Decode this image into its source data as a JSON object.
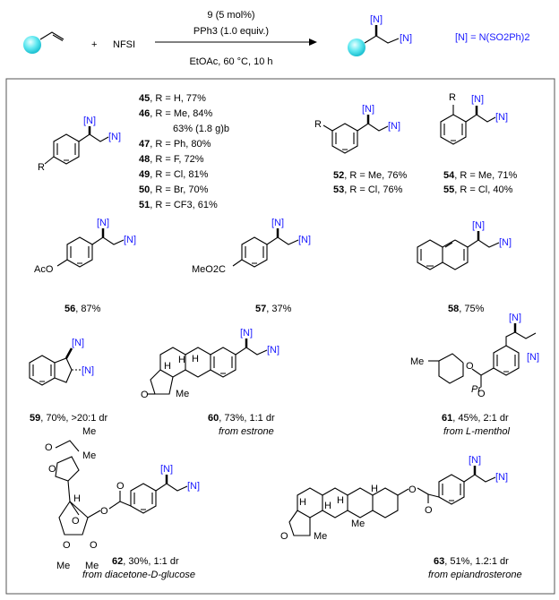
{
  "header": {
    "catalyst": "9 (5 mol%)",
    "additive": "PPh3 (1.0 equiv.)",
    "conditions": "EtOAc, 60 °C, 10 h",
    "reagent": "NFSI",
    "plus": "+",
    "legend": "[N] = N(SO2Ph)2"
  },
  "group_label": "[N]",
  "r_label": "R",
  "labels": {
    "aco": "AcO",
    "meo2c": "MeO2C",
    "me": "Me",
    "pr": "Pr",
    "h": "H",
    "o": "O"
  },
  "series_45_51": [
    {
      "id": "45",
      "text": ", R = H, 77%"
    },
    {
      "id": "46",
      "text": ", R = Me, 84%"
    },
    {
      "id": "",
      "text": "63% (1.8 g)b"
    },
    {
      "id": "47",
      "text": ", R = Ph, 80%"
    },
    {
      "id": "48",
      "text": ", R = F, 72%"
    },
    {
      "id": "49",
      "text": ", R = Cl, 81%"
    },
    {
      "id": "50",
      "text": ", R = Br, 70%"
    },
    {
      "id": "51",
      "text": ", R = CF3, 61%"
    }
  ],
  "series_52_53": [
    {
      "id": "52",
      "text": ", R = Me, 76%"
    },
    {
      "id": "53",
      "text": ", R = Cl, 76%"
    }
  ],
  "series_54_55": [
    {
      "id": "54",
      "text": ", R = Me, 71%"
    },
    {
      "id": "55",
      "text": ", R = Cl, 40%"
    }
  ],
  "compounds": {
    "c56": {
      "id": "56",
      "text": ", 87%"
    },
    "c57": {
      "id": "57",
      "text": ", 37%"
    },
    "c58": {
      "id": "58",
      "text": ", 75%"
    },
    "c59": {
      "id": "59",
      "text": ", 70%, >20:1 dr"
    },
    "c60": {
      "id": "60",
      "text": ", 73%, 1:1 dr",
      "source": "from estrone"
    },
    "c61": {
      "id": "61",
      "text": ", 45%, 2:1 dr",
      "source": "from L-menthol"
    },
    "c62": {
      "id": "62",
      "text": ", 30%, 1:1 dr",
      "source": "from diacetone-D-glucose"
    },
    "c63": {
      "id": "63",
      "text": ", 51%, 1.2:1 dr",
      "source": "from epiandrosterone"
    }
  },
  "colors": {
    "n_group": "#1a1aff",
    "sphere": "#5fe8f0"
  }
}
